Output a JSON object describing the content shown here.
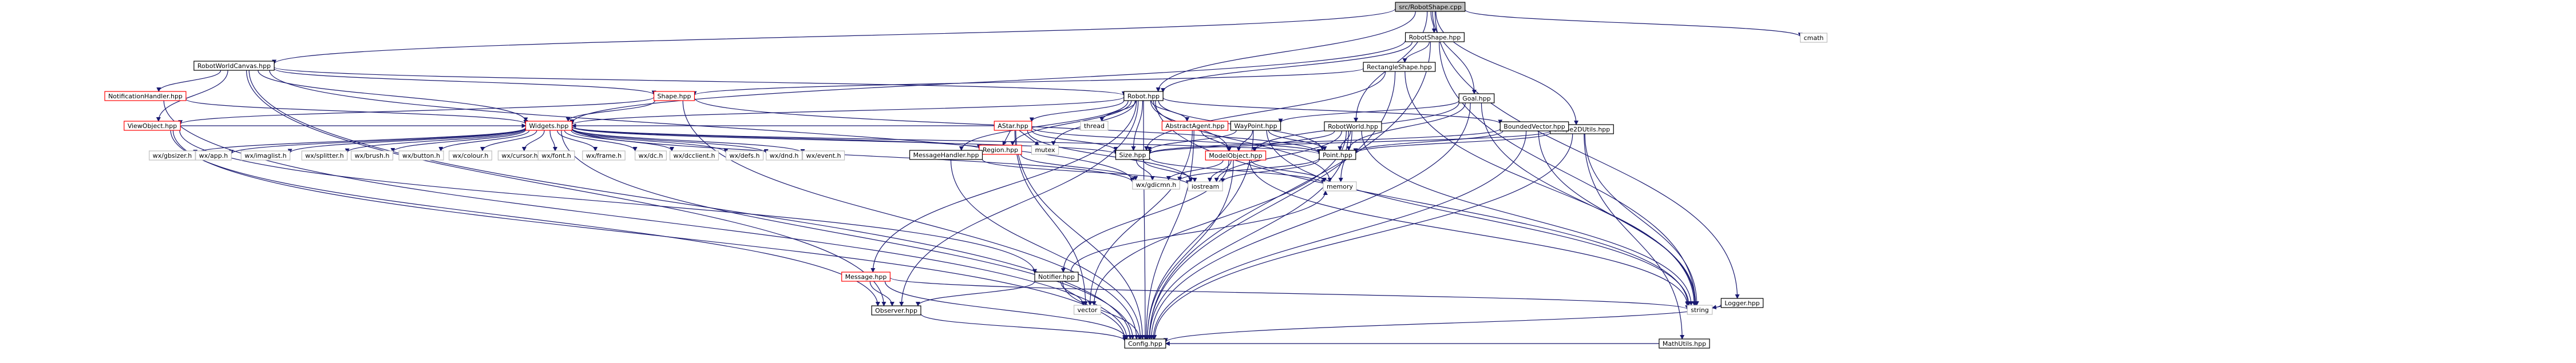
{
  "diagram": {
    "type": "include-dependency-graph",
    "colors": {
      "edge": "#191970",
      "node_border": "#bfbfbf",
      "node_fill": "#ffffff",
      "root_fill": "#bfbfbf",
      "root_border": "#000000",
      "linked_border": "#000000",
      "missing_border": "#ff0000"
    },
    "nodes": [
      {
        "id": "robotshape_cpp",
        "label": "src/RobotShape.cpp",
        "kind": "root"
      },
      {
        "id": "robotworldcanvas",
        "label": "RobotWorldCanvas.hpp",
        "kind": "linked"
      },
      {
        "id": "robotshape_hpp",
        "label": "RobotShape.hpp",
        "kind": "linked"
      },
      {
        "id": "goal",
        "label": "Goal.hpp",
        "kind": "linked"
      },
      {
        "id": "shaped2d",
        "label": "Shape2DUtils.hpp",
        "kind": "linked"
      },
      {
        "id": "logger",
        "label": "Logger.hpp",
        "kind": "linked"
      },
      {
        "id": "cmath",
        "label": "cmath",
        "kind": "system"
      },
      {
        "id": "notificationhandler",
        "label": "NotificationHandler.hpp",
        "kind": "missing"
      },
      {
        "id": "rectangleshape",
        "label": "RectangleShape.hpp",
        "kind": "linked"
      },
      {
        "id": "shape",
        "label": "Shape.hpp",
        "kind": "missing"
      },
      {
        "id": "robot",
        "label": "Robot.hpp",
        "kind": "linked"
      },
      {
        "id": "viewobject",
        "label": "ViewObject.hpp",
        "kind": "missing"
      },
      {
        "id": "widgets",
        "label": "Widgets.hpp",
        "kind": "missing"
      },
      {
        "id": "astar",
        "label": "AStar.hpp",
        "kind": "missing"
      },
      {
        "id": "abstractagent",
        "label": "AbstractAgent.hpp",
        "kind": "missing"
      },
      {
        "id": "waypoint",
        "label": "WayPoint.hpp",
        "kind": "linked"
      },
      {
        "id": "robotworld",
        "label": "RobotWorld.hpp",
        "kind": "linked"
      },
      {
        "id": "boundedvector",
        "label": "BoundedVector.hpp",
        "kind": "linked"
      },
      {
        "id": "thread",
        "label": "thread",
        "kind": "system"
      },
      {
        "id": "mutex",
        "label": "mutex",
        "kind": "system"
      },
      {
        "id": "region",
        "label": "Region.hpp",
        "kind": "missing"
      },
      {
        "id": "messagehandler",
        "label": "MessageHandler.hpp",
        "kind": "linked"
      },
      {
        "id": "size",
        "label": "Size.hpp",
        "kind": "linked"
      },
      {
        "id": "modelobject",
        "label": "ModelObject.hpp",
        "kind": "missing"
      },
      {
        "id": "point",
        "label": "Point.hpp",
        "kind": "linked"
      },
      {
        "id": "memory",
        "label": "memory",
        "kind": "system"
      },
      {
        "id": "iostream",
        "label": "iostream",
        "kind": "system"
      },
      {
        "id": "wxgdicmn",
        "label": "wx/gdicmn.h",
        "kind": "system"
      },
      {
        "id": "message",
        "label": "Message.hpp",
        "kind": "missing"
      },
      {
        "id": "notifier",
        "label": "Notifier.hpp",
        "kind": "linked"
      },
      {
        "id": "observer",
        "label": "Observer.hpp",
        "kind": "linked"
      },
      {
        "id": "vector",
        "label": "vector",
        "kind": "system"
      },
      {
        "id": "string",
        "label": "string",
        "kind": "system"
      },
      {
        "id": "mathutils",
        "label": "MathUtils.hpp",
        "kind": "linked"
      },
      {
        "id": "config",
        "label": "Config.hpp",
        "kind": "linked"
      },
      {
        "id": "wxgbsizer",
        "label": "wx/gbsizer.h",
        "kind": "system"
      },
      {
        "id": "wxapp",
        "label": "wx/app.h",
        "kind": "system"
      },
      {
        "id": "wximaglist",
        "label": "wx/imaglist.h",
        "kind": "system"
      },
      {
        "id": "wxsplitter",
        "label": "wx/splitter.h",
        "kind": "system"
      },
      {
        "id": "wxbrush",
        "label": "wx/brush.h",
        "kind": "system"
      },
      {
        "id": "wxbutton",
        "label": "wx/button.h",
        "kind": "system"
      },
      {
        "id": "wxcolour",
        "label": "wx/colour.h",
        "kind": "system"
      },
      {
        "id": "wxcursor",
        "label": "wx/cursor.h",
        "kind": "system"
      },
      {
        "id": "wxfont",
        "label": "wx/font.h",
        "kind": "system"
      },
      {
        "id": "wxframe",
        "label": "wx/frame.h",
        "kind": "system"
      },
      {
        "id": "wxdc",
        "label": "wx/dc.h",
        "kind": "system"
      },
      {
        "id": "wxdcclient",
        "label": "wx/dcclient.h",
        "kind": "system"
      },
      {
        "id": "wxdefs",
        "label": "wx/defs.h",
        "kind": "system"
      },
      {
        "id": "wxdnd",
        "label": "wx/dnd.h",
        "kind": "system"
      },
      {
        "id": "wxevent",
        "label": "wx/event.h",
        "kind": "system"
      }
    ],
    "edges": [
      [
        "robotshape_cpp",
        "robotworldcanvas"
      ],
      [
        "robotshape_cpp",
        "robotshape_hpp"
      ],
      [
        "robotshape_cpp",
        "goal"
      ],
      [
        "robotshape_cpp",
        "shaped2d"
      ],
      [
        "robotshape_cpp",
        "logger"
      ],
      [
        "robotshape_cpp",
        "cmath"
      ],
      [
        "robotshape_cpp",
        "robot"
      ],
      [
        "robotshape_cpp",
        "robotworld"
      ],
      [
        "robotworldcanvas",
        "notificationhandler"
      ],
      [
        "robotworldcanvas",
        "viewobject"
      ],
      [
        "robotworldcanvas",
        "widgets"
      ],
      [
        "robotworldcanvas",
        "shape"
      ],
      [
        "robotworldcanvas",
        "robot"
      ],
      [
        "robotworldcanvas",
        "config"
      ],
      [
        "robotworldcanvas",
        "wxgdicmn"
      ],
      [
        "robotworldcanvas",
        "observer"
      ],
      [
        "robotshape_hpp",
        "rectangleshape"
      ],
      [
        "robotshape_hpp",
        "robot"
      ],
      [
        "robotshape_hpp",
        "widgets"
      ],
      [
        "robotshape_hpp",
        "string"
      ],
      [
        "robotshape_hpp",
        "config"
      ],
      [
        "rectangleshape",
        "shape"
      ],
      [
        "rectangleshape",
        "size"
      ],
      [
        "rectangleshape",
        "string"
      ],
      [
        "rectangleshape",
        "config"
      ],
      [
        "goal",
        "waypoint"
      ],
      [
        "goal",
        "modelobject"
      ],
      [
        "goal",
        "point"
      ],
      [
        "goal",
        "string"
      ],
      [
        "goal",
        "config"
      ],
      [
        "shaped2d",
        "boundedvector"
      ],
      [
        "shaped2d",
        "point"
      ],
      [
        "shaped2d",
        "size"
      ],
      [
        "shaped2d",
        "mathutils"
      ],
      [
        "shaped2d",
        "string"
      ],
      [
        "shaped2d",
        "config"
      ],
      [
        "logger",
        "string"
      ],
      [
        "logger",
        "config"
      ],
      [
        "notificationhandler",
        "widgets"
      ],
      [
        "notificationhandler",
        "config"
      ],
      [
        "shape",
        "viewobject"
      ],
      [
        "shape",
        "widgets"
      ],
      [
        "shape",
        "point"
      ],
      [
        "shape",
        "config"
      ],
      [
        "viewobject",
        "widgets"
      ],
      [
        "viewobject",
        "notifier"
      ],
      [
        "viewobject",
        "observer"
      ],
      [
        "viewobject",
        "config"
      ],
      [
        "robot",
        "astar"
      ],
      [
        "robot",
        "abstractagent"
      ],
      [
        "robot",
        "boundedvector"
      ],
      [
        "robot",
        "messagehandler"
      ],
      [
        "robot",
        "observer"
      ],
      [
        "robot",
        "point"
      ],
      [
        "robot",
        "region"
      ],
      [
        "robot",
        "size"
      ],
      [
        "robot",
        "message"
      ],
      [
        "robot",
        "thread"
      ],
      [
        "robot",
        "mutex"
      ],
      [
        "robot",
        "modelobject"
      ],
      [
        "robot",
        "memory"
      ],
      [
        "robot",
        "string"
      ],
      [
        "robot",
        "widgets"
      ],
      [
        "robot",
        "config"
      ],
      [
        "widgets",
        "wxgbsizer"
      ],
      [
        "widgets",
        "wxapp"
      ],
      [
        "widgets",
        "wximaglist"
      ],
      [
        "widgets",
        "wxsplitter"
      ],
      [
        "widgets",
        "wxbrush"
      ],
      [
        "widgets",
        "wxbutton"
      ],
      [
        "widgets",
        "wxcolour"
      ],
      [
        "widgets",
        "wxcursor"
      ],
      [
        "widgets",
        "wxfont"
      ],
      [
        "widgets",
        "wxframe"
      ],
      [
        "widgets",
        "wxdc"
      ],
      [
        "widgets",
        "wxdcclient"
      ],
      [
        "widgets",
        "wxdefs"
      ],
      [
        "widgets",
        "wxdnd"
      ],
      [
        "widgets",
        "wxevent"
      ],
      [
        "widgets",
        "region"
      ],
      [
        "widgets",
        "size"
      ],
      [
        "widgets",
        "point"
      ],
      [
        "widgets",
        "wxgdicmn"
      ],
      [
        "widgets",
        "config"
      ],
      [
        "astar",
        "region"
      ],
      [
        "astar",
        "point"
      ],
      [
        "astar",
        "size"
      ],
      [
        "astar",
        "mutex"
      ],
      [
        "astar",
        "iostream"
      ],
      [
        "astar",
        "vector"
      ],
      [
        "astar",
        "config"
      ],
      [
        "astar",
        "widgets"
      ],
      [
        "abstractagent",
        "modelobject"
      ],
      [
        "abstractagent",
        "vector"
      ],
      [
        "abstractagent",
        "config"
      ],
      [
        "waypoint",
        "modelobject"
      ],
      [
        "waypoint",
        "point"
      ],
      [
        "waypoint",
        "size"
      ],
      [
        "waypoint",
        "string"
      ],
      [
        "waypoint",
        "config"
      ],
      [
        "robotworld",
        "modelobject"
      ],
      [
        "robotworld",
        "point"
      ],
      [
        "robotworld",
        "memory"
      ],
      [
        "robotworld",
        "string"
      ],
      [
        "robotworld",
        "vector"
      ],
      [
        "robotworld",
        "iostream"
      ],
      [
        "robotworld",
        "config"
      ],
      [
        "boundedvector",
        "point"
      ],
      [
        "boundedvector",
        "size"
      ],
      [
        "boundedvector",
        "string"
      ],
      [
        "boundedvector",
        "config"
      ],
      [
        "messagehandler",
        "config"
      ],
      [
        "messagehandler",
        "iostream"
      ],
      [
        "region",
        "wxgdicmn"
      ],
      [
        "size",
        "wxgdicmn"
      ],
      [
        "size",
        "iostream"
      ],
      [
        "size",
        "memory"
      ],
      [
        "modelobject",
        "notifier"
      ],
      [
        "modelobject",
        "memory"
      ],
      [
        "modelobject",
        "iostream"
      ],
      [
        "modelobject",
        "string"
      ],
      [
        "modelobject",
        "config"
      ],
      [
        "modelobject",
        "wxgdicmn"
      ],
      [
        "point",
        "wxgdicmn"
      ],
      [
        "point",
        "iostream"
      ],
      [
        "message",
        "string"
      ],
      [
        "message",
        "config"
      ],
      [
        "message",
        "observer"
      ],
      [
        "notifier",
        "observer"
      ],
      [
        "notifier",
        "vector"
      ],
      [
        "notifier",
        "memory"
      ],
      [
        "notifier",
        "config"
      ],
      [
        "observer",
        "config"
      ],
      [
        "mathutils",
        "config"
      ]
    ]
  }
}
